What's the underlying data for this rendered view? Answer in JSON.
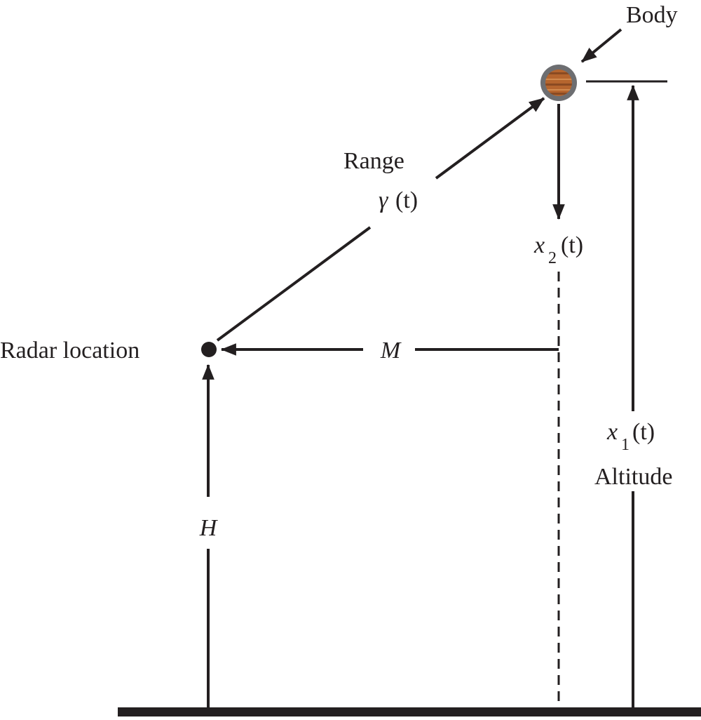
{
  "labels": {
    "body": "Body",
    "range": "Range",
    "gamma_sym": "γ",
    "gamma_arg": "(t)",
    "x2_sym": "x",
    "x2_sub": "2",
    "x2_arg": "(t)",
    "radar": "Radar location",
    "m": "M",
    "x1_sym": "x",
    "x1_sub": "1",
    "x1_arg": "(t)",
    "altitude": "Altitude",
    "h": "H"
  },
  "colors": {
    "ink": "#231f20",
    "body_ring": "#6d6e71",
    "body_fill": "#b5652e",
    "body_band": "#8a4a22"
  }
}
